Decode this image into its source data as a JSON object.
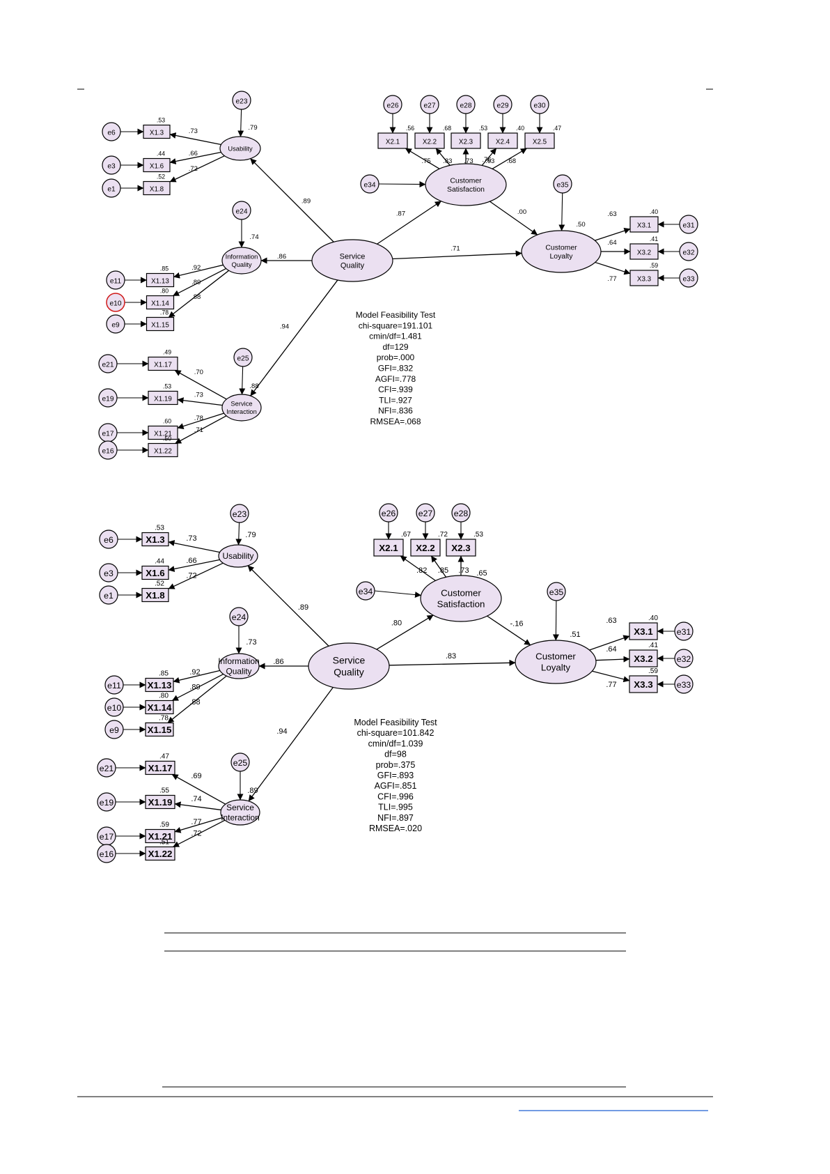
{
  "page": {
    "footer_link_text": ""
  },
  "diagrams": [
    {
      "latent": {
        "service_quality": [
          "Service",
          "Quality"
        ],
        "usability": [
          "Usability"
        ],
        "information_quality": [
          "Information",
          "Quality"
        ],
        "service_interaction": [
          "Service",
          "Interaction"
        ],
        "customer_satisfaction": [
          "Customer",
          "Satisfaction"
        ],
        "customer_loyalty": [
          "Customer",
          "Loyalty"
        ]
      },
      "paths": {
        "sq_usability": ".89",
        "sq_information": ".86",
        "sq_interaction": ".94",
        "sq_satisfaction": ".87",
        "sq_loyalty": ".71",
        "satisfaction_loyalty": ".00"
      },
      "r2": {
        "usability": ".79",
        "information": ".74",
        "interaction": ".88",
        "loyalty": ".50"
      },
      "indicators": {
        "usability": [
          {
            "name": "X1.3",
            "error": "e6",
            "loading": ".73",
            "r2": ".53"
          },
          {
            "name": "X1.6",
            "error": "e3",
            "loading": ".66",
            "r2": ".44"
          },
          {
            "name": "X1.8",
            "error": "e1",
            "loading": ".72",
            "r2": ".52"
          }
        ],
        "information": [
          {
            "name": "X1.13",
            "error": "e11",
            "loading": ".92",
            "r2": ".85"
          },
          {
            "name": "X1.14",
            "error": "e10",
            "loading": ".89",
            "r2": ".80"
          },
          {
            "name": "X1.15",
            "error": "e9",
            "loading": ".88",
            "r2": ".78"
          }
        ],
        "interaction": [
          {
            "name": "X1.17",
            "error": "e21",
            "loading": ".70",
            "r2": ".49"
          },
          {
            "name": "X1.19",
            "error": "e19",
            "loading": ".73",
            "r2": ".53"
          },
          {
            "name": "X1.21",
            "error": "e17",
            "loading": ".78",
            "r2": ".60"
          },
          {
            "name": "X1.22",
            "error": "e16",
            "loading": ".71",
            "r2": ".50"
          }
        ],
        "satisfaction": [
          {
            "name": "X2.1",
            "error": "e26",
            "loading": ".75",
            "r2": ".56"
          },
          {
            "name": "X2.2",
            "error": "e27",
            "loading": ".83",
            "r2": ".68"
          },
          {
            "name": "X2.3",
            "error": "e28",
            "loading": ".73",
            "r2": ".53"
          },
          {
            "name": "X2.4",
            "error": "e29",
            "loading": ".63",
            "r2": ".40"
          },
          {
            "name": "X2.5",
            "error": "e30",
            "loading": ".68",
            "r2": ".47"
          }
        ],
        "loyalty": [
          {
            "name": "X3.1",
            "error": "e31",
            "loading": ".63",
            "r2": ".40"
          },
          {
            "name": "X3.2",
            "error": "e32",
            "loading": ".64",
            "r2": ".41"
          },
          {
            "name": "X3.3",
            "error": "e33",
            "loading": ".77",
            "r2": ".59"
          }
        ]
      },
      "disturbances": {
        "usability": "e23",
        "information": "e24",
        "interaction": "e25",
        "satisfaction": "e34",
        "loyalty": "e35"
      },
      "satisfaction_r2": ".76",
      "fit": [
        "Model Feasibility Test",
        "chi-square=191.101",
        "cmin/df=1.481",
        "df=129",
        "prob=.000",
        "GFI=.832",
        "AGFI=.778",
        "CFI=.939",
        "TLI=.927",
        "NFI=.836",
        "RMSEA=.068"
      ]
    },
    {
      "latent": {
        "service_quality": [
          "Service",
          "Quality"
        ],
        "usability": [
          "Usability"
        ],
        "information_quality": [
          "Information",
          "Quality"
        ],
        "service_interaction": [
          "Service",
          "Interaction"
        ],
        "customer_satisfaction": [
          "Customer",
          "Satisfaction"
        ],
        "customer_loyalty": [
          "Customer",
          "Loyalty"
        ]
      },
      "paths": {
        "sq_usability": ".89",
        "sq_information": ".86",
        "sq_interaction": ".94",
        "sq_satisfaction": ".80",
        "sq_loyalty": ".83",
        "satisfaction_loyalty": "-.16"
      },
      "r2": {
        "usability": ".79",
        "information": ".73",
        "interaction": ".89",
        "loyalty": ".51"
      },
      "indicators": {
        "usability": [
          {
            "name": "X1.3",
            "error": "e6",
            "loading": ".73",
            "r2": ".53"
          },
          {
            "name": "X1.6",
            "error": "e3",
            "loading": ".66",
            "r2": ".44"
          },
          {
            "name": "X1.8",
            "error": "e1",
            "loading": ".72",
            "r2": ".52"
          }
        ],
        "information": [
          {
            "name": "X1.13",
            "error": "e11",
            "loading": ".92",
            "r2": ".85"
          },
          {
            "name": "X1.14",
            "error": "e10",
            "loading": ".89",
            "r2": ".80"
          },
          {
            "name": "X1.15",
            "error": "e9",
            "loading": ".88",
            "r2": ".78"
          }
        ],
        "interaction": [
          {
            "name": "X1.17",
            "error": "e21",
            "loading": ".69",
            "r2": ".47"
          },
          {
            "name": "X1.19",
            "error": "e19",
            "loading": ".74",
            "r2": ".55"
          },
          {
            "name": "X1.21",
            "error": "e17",
            "loading": ".77",
            "r2": ".59"
          },
          {
            "name": "X1.22",
            "error": "e16",
            "loading": ".72",
            "r2": ".51"
          }
        ],
        "satisfaction": [
          {
            "name": "X2.1",
            "error": "e26",
            "loading": ".82",
            "r2": ".67"
          },
          {
            "name": "X2.2",
            "error": "e27",
            "loading": ".85",
            "r2": ".72"
          },
          {
            "name": "X2.3",
            "error": "e28",
            "loading": ".73",
            "r2": ".53"
          }
        ],
        "loyalty": [
          {
            "name": "X3.1",
            "error": "e31",
            "loading": ".63",
            "r2": ".40"
          },
          {
            "name": "X3.2",
            "error": "e32",
            "loading": ".64",
            "r2": ".41"
          },
          {
            "name": "X3.3",
            "error": "e33",
            "loading": ".77",
            "r2": ".59"
          }
        ]
      },
      "disturbances": {
        "usability": "e23",
        "information": "e24",
        "interaction": "e25",
        "satisfaction": "e34",
        "loyalty": "e35"
      },
      "satisfaction_r2": ".65",
      "fit": [
        "Model Feasibility Test",
        "chi-square=101.842",
        "cmin/df=1.039",
        "df=98",
        "prob=.375",
        "GFI=.893",
        "AGFI=.851",
        "CFI=.996",
        "TLI=.995",
        "NFI=.897",
        "RMSEA=.020"
      ]
    }
  ]
}
